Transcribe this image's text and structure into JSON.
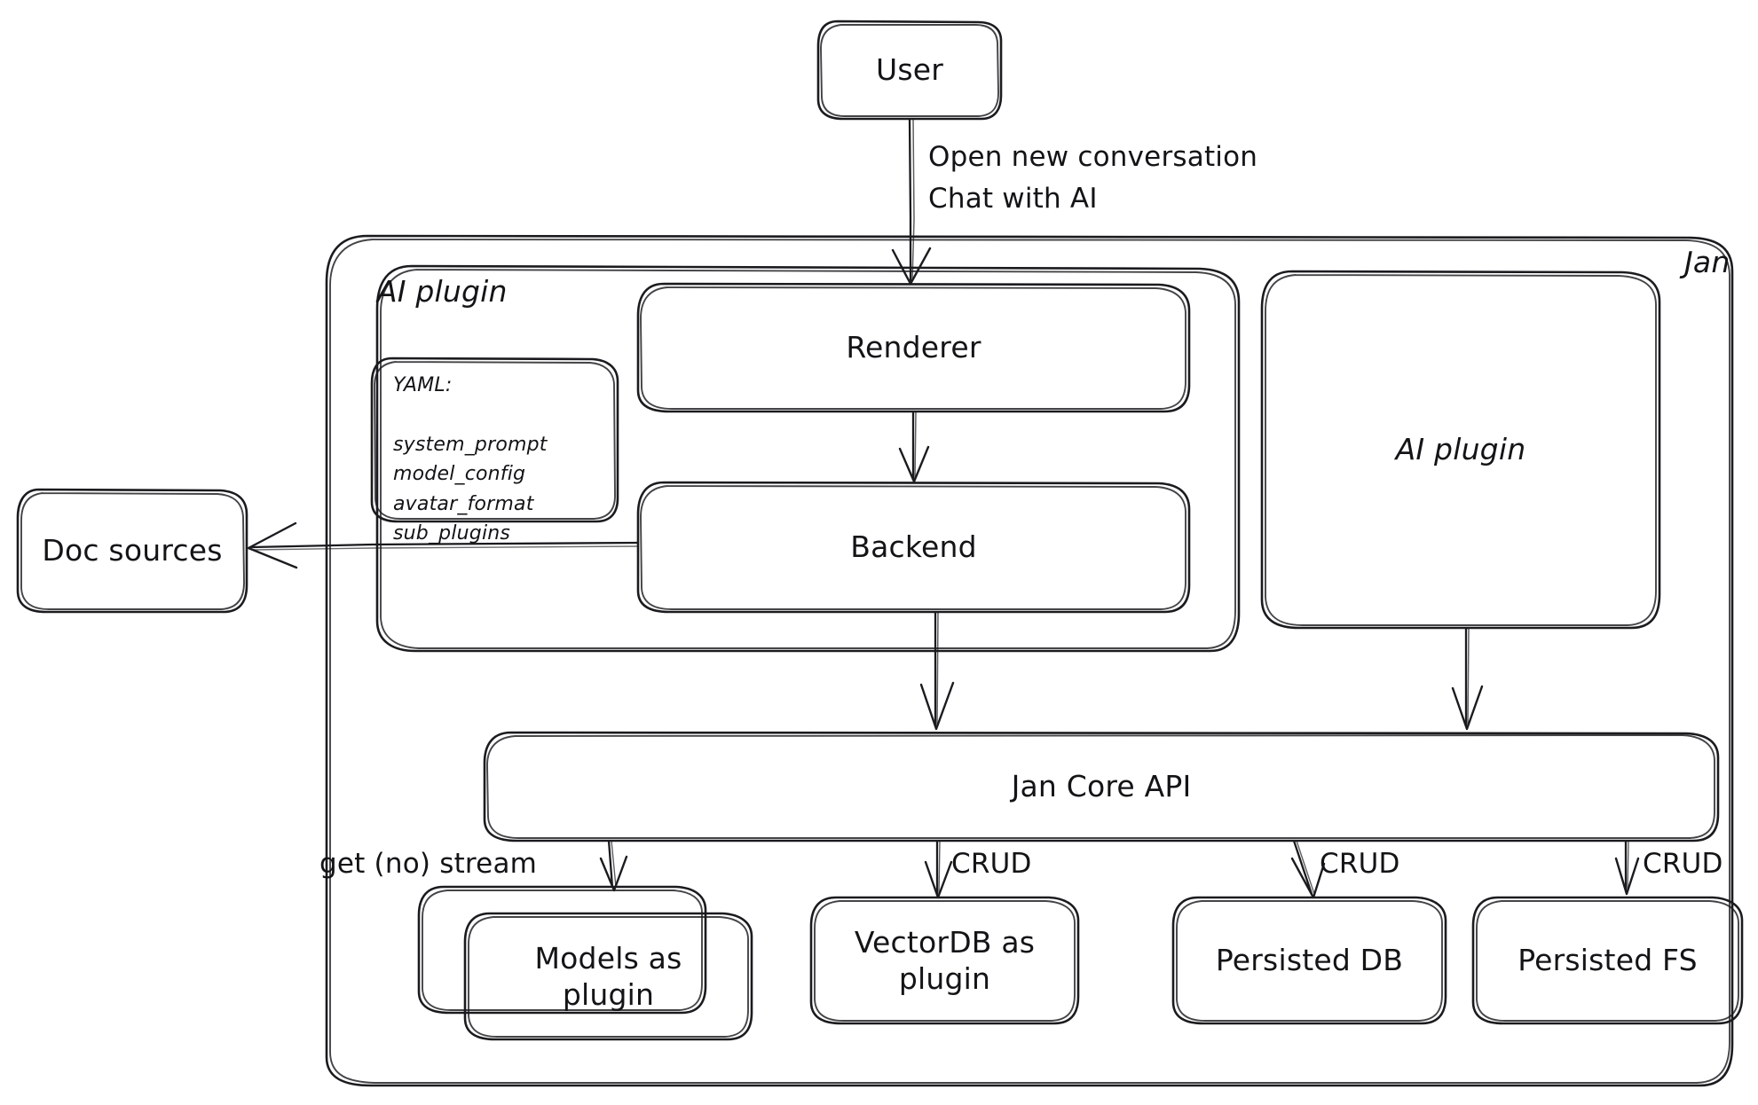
{
  "diagram": {
    "title": "Jan architecture overview",
    "type": "flowchart",
    "style": "hand-drawn",
    "stroke_color": "#1b1b1f",
    "background_color": "#ffffff"
  },
  "containers": [
    {
      "id": "jan",
      "label": "Jan",
      "label_position": "top-right"
    },
    {
      "id": "ai_plugin_group",
      "label": "AI plugin",
      "label_position": "top-left"
    }
  ],
  "nodes": [
    {
      "id": "user",
      "label": "User"
    },
    {
      "id": "renderer",
      "label": "Renderer"
    },
    {
      "id": "backend",
      "label": "Backend"
    },
    {
      "id": "ai_plugin",
      "label": "AI plugin"
    },
    {
      "id": "jan_core_api",
      "label": "Jan Core API"
    },
    {
      "id": "doc_sources",
      "label": "Doc sources"
    },
    {
      "id": "models_plugin",
      "label": "Models as\nplugin"
    },
    {
      "id": "vectordb_plugin",
      "label": "VectorDB as\nplugin"
    },
    {
      "id": "persisted_db",
      "label": "Persisted DB"
    },
    {
      "id": "persisted_fs",
      "label": "Persisted FS"
    }
  ],
  "yaml_card": {
    "heading": "YAML:",
    "keys": [
      "system_prompt",
      "model_config",
      "avatar_format",
      "sub_plugins"
    ],
    "text": "YAML:\n\nsystem_prompt\nmodel_config\navatar_format\nsub_plugins"
  },
  "edges": [
    {
      "from": "user",
      "to": "renderer",
      "label": "Open new conversation\nChat with AI"
    },
    {
      "from": "renderer",
      "to": "backend",
      "label": ""
    },
    {
      "from": "backend",
      "to": "doc_sources",
      "label": ""
    },
    {
      "from": "backend",
      "to": "jan_core_api",
      "label": ""
    },
    {
      "from": "ai_plugin",
      "to": "jan_core_api",
      "label": ""
    },
    {
      "from": "jan_core_api",
      "to": "models_plugin",
      "label": "get (no) stream"
    },
    {
      "from": "jan_core_api",
      "to": "vectordb_plugin",
      "label": "CRUD"
    },
    {
      "from": "jan_core_api",
      "to": "persisted_db",
      "label": "CRUD"
    },
    {
      "from": "jan_core_api",
      "to": "persisted_fs",
      "label": "CRUD"
    }
  ],
  "edge_labels": {
    "user_to_renderer_line1": "Open new conversation",
    "user_to_renderer_line2": "Chat with AI",
    "get_no_stream": "get (no) stream",
    "crud_vectordb": "CRUD",
    "crud_db": "CRUD",
    "crud_fs": "CRUD"
  }
}
